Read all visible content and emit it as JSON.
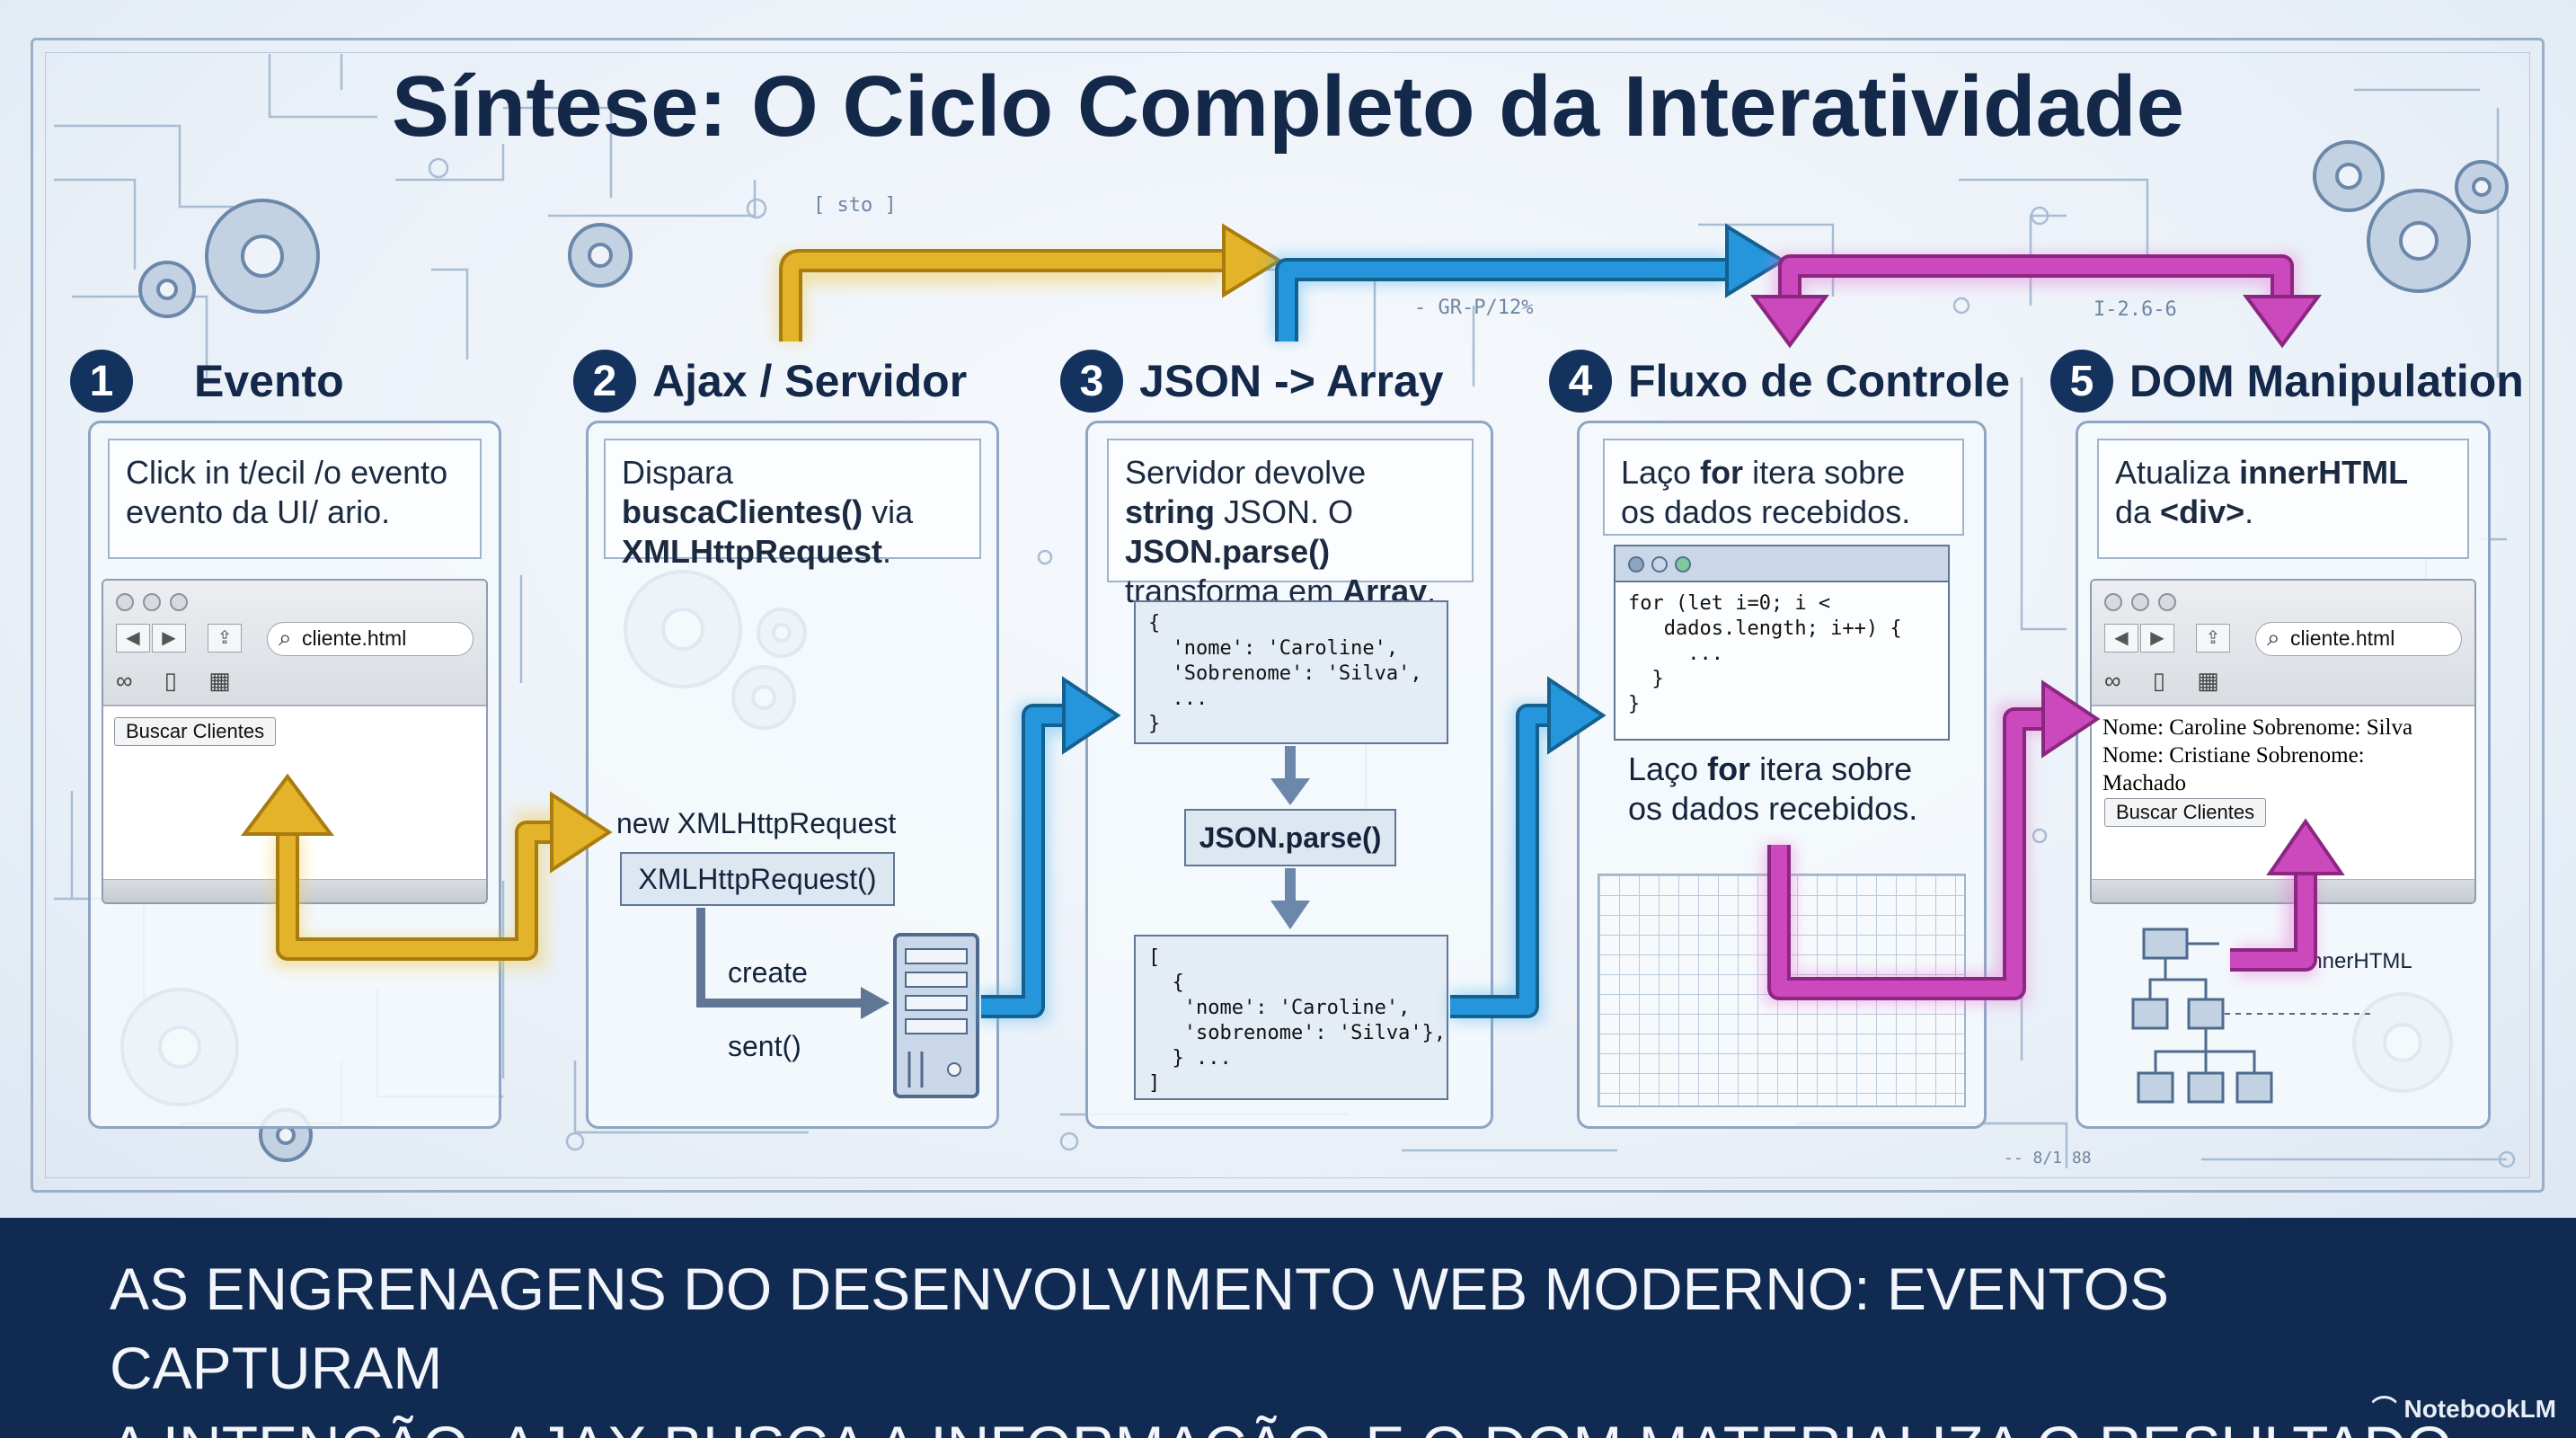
{
  "title": "Síntese: O Ciclo Completo da Interatividade",
  "stages": [
    {
      "num": "1",
      "title": "Evento",
      "note": "Click in t/ecil /o evento evento da UI/ ario."
    },
    {
      "num": "2",
      "title": "Ajax / Servidor",
      "note_pre": "Dispara ",
      "note_bold1": "buscaClientes()",
      "note_mid": " via ",
      "note_bold2": "XMLHttpRequest",
      "note_post": "."
    },
    {
      "num": "3",
      "title": "JSON -> Array",
      "note_pre": "Servidor devolve ",
      "note_bold1": "string",
      "note_mid": " JSON. O ",
      "note_bold2": "JSON.parse()",
      "note_mid2": " transforma em ",
      "note_bold3": "Array",
      "note_post": "."
    },
    {
      "num": "4",
      "title": "Fluxo de Controle",
      "note_pre": "Laço ",
      "note_bold1": "for",
      "note_post": " itera sobre os dados recebidos."
    },
    {
      "num": "5",
      "title": "DOM Manipulation",
      "note_pre": "Atualiza ",
      "note_bold1": "innerHTML",
      "note_mid": " da ",
      "note_bold2": "<div>",
      "note_post": "."
    }
  ],
  "browser": {
    "url": "cliente.html",
    "button_label": "Buscar Clientes"
  },
  "ajax": {
    "new_label": "new XMLHttpRequest",
    "box_label": "XMLHttpRequest()",
    "create_label": "create",
    "sent_label": "sent()"
  },
  "json": {
    "raw": "{\n  'nome': 'Caroline',\n  'Sobrenome': 'Silva',\n  ...\n}",
    "parse_label": "JSON.parse()",
    "array": "[\n  {\n   'nome': 'Caroline',\n   'sobrenome': 'Silva'},\n  } ...\n]"
  },
  "loop": {
    "code": "for (let i=0; i <\n   dados.length; i++) {\n     ...\n  }\n}",
    "note2_pre": "Laço ",
    "note2_bold": "for",
    "note2_post": " itera sobre os dados recebidos."
  },
  "dom": {
    "result_line1": "Nome: Caroline Sobrenome: Silva",
    "result_line2": "Nome: Cristiane Sobrenome:",
    "result_line3": "Machado",
    "inner_label": "innerHTML"
  },
  "annotations": {
    "sto": "[ sto ]",
    "gr": "- GR-P/12%",
    "ver": "I-2.6-6",
    "bottom": "-- 8/1 88"
  },
  "footer": {
    "line1": "AS ENGRENAGENS DO DESENVOLVIMENTO WEB MODERNO: EVENTOS CAPTURAM",
    "line2": "A INTENÇÃO, AJAX BUSCA A INFORMAÇÃO, E O DOM MATERIALIZA O RESULTADO.",
    "brand": "NotebookLM"
  },
  "colors": {
    "gold": "#e0ad22",
    "blue": "#1f8fd6",
    "magenta": "#c744b8",
    "navy": "#102a52"
  }
}
